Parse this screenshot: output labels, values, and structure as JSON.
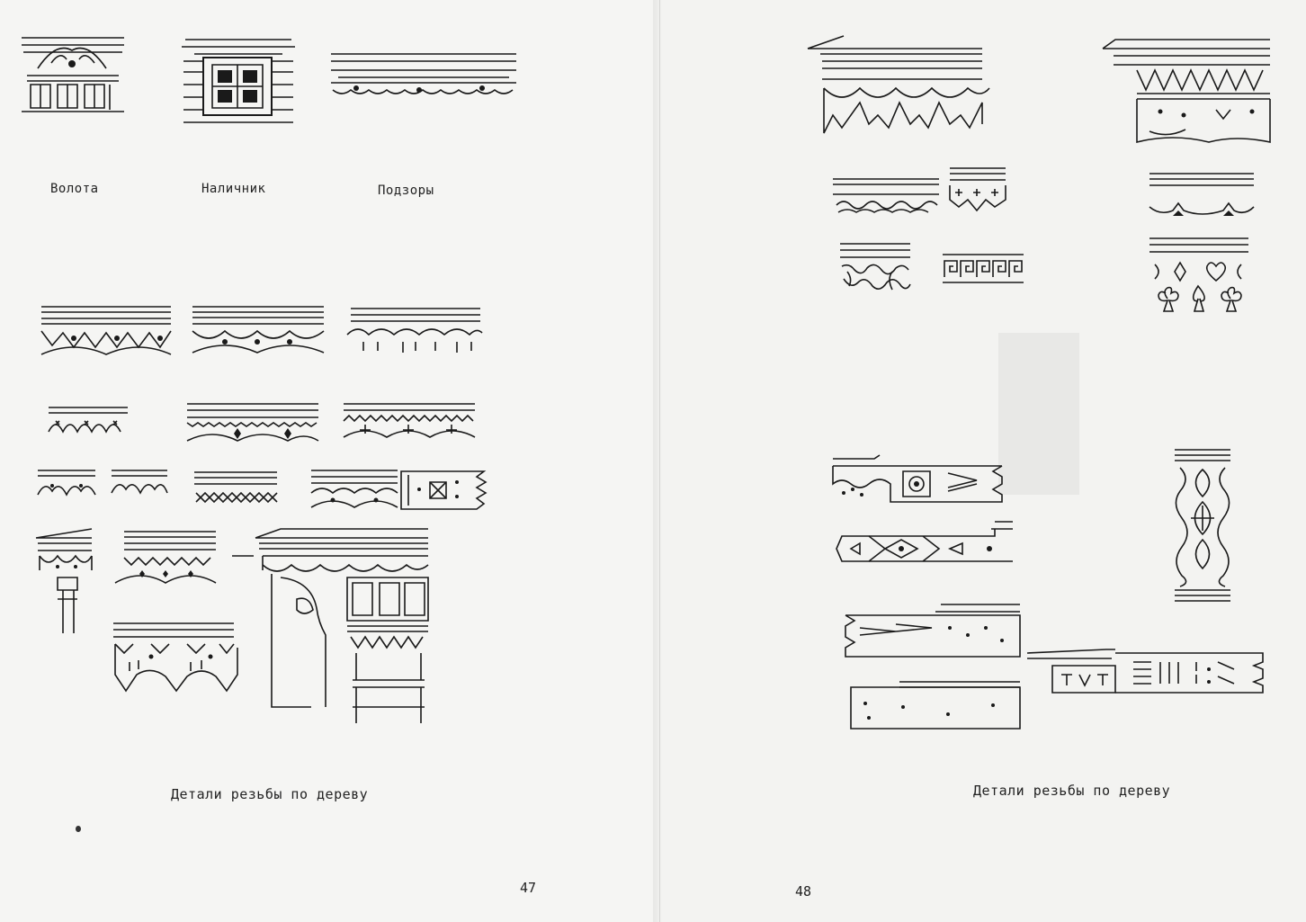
{
  "left_page": {
    "labels": {
      "volota": "Волота",
      "nalichnik": "Наличник",
      "podzory": "Подзоры"
    },
    "caption": "Детали резьбы по дереву",
    "page_number": "47"
  },
  "right_page": {
    "caption": "Детали резьбы по дереву",
    "page_number": "48"
  }
}
